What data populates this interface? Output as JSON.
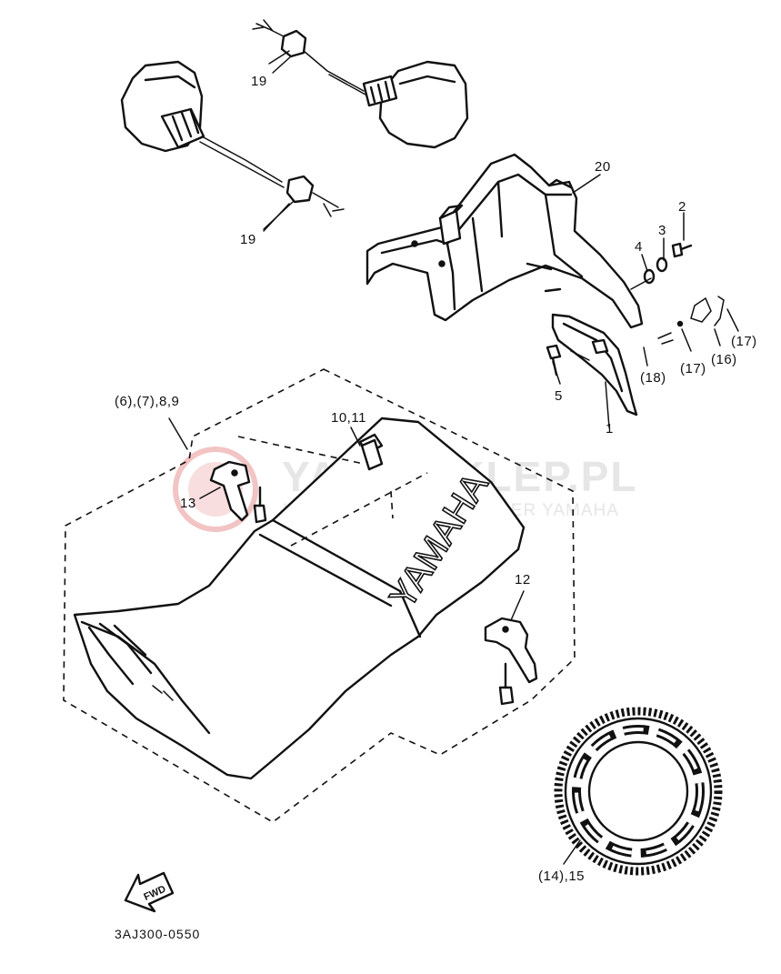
{
  "watermark": {
    "title": "YAMA-SKLEP.PL",
    "subtitle": "WOJCIECHOWICZ | DEALER YAMAHA"
  },
  "seat_brand": "YAMAHA",
  "fwd_label": "FWD",
  "diagram_code": "3AJ300-0550",
  "callouts": {
    "c19a": "19",
    "c19b": "19",
    "c20": "20",
    "c2": "2",
    "c3": "3",
    "c4": "4",
    "c5": "5",
    "c1": "1",
    "c16": "(16)",
    "c17a": "(17)",
    "c17b": "(17)",
    "c18": "(18)",
    "c6789": "(6),(7),8,9",
    "c1011": "10,11",
    "c13": "13",
    "c12": "12",
    "c1415": "(14),15"
  }
}
